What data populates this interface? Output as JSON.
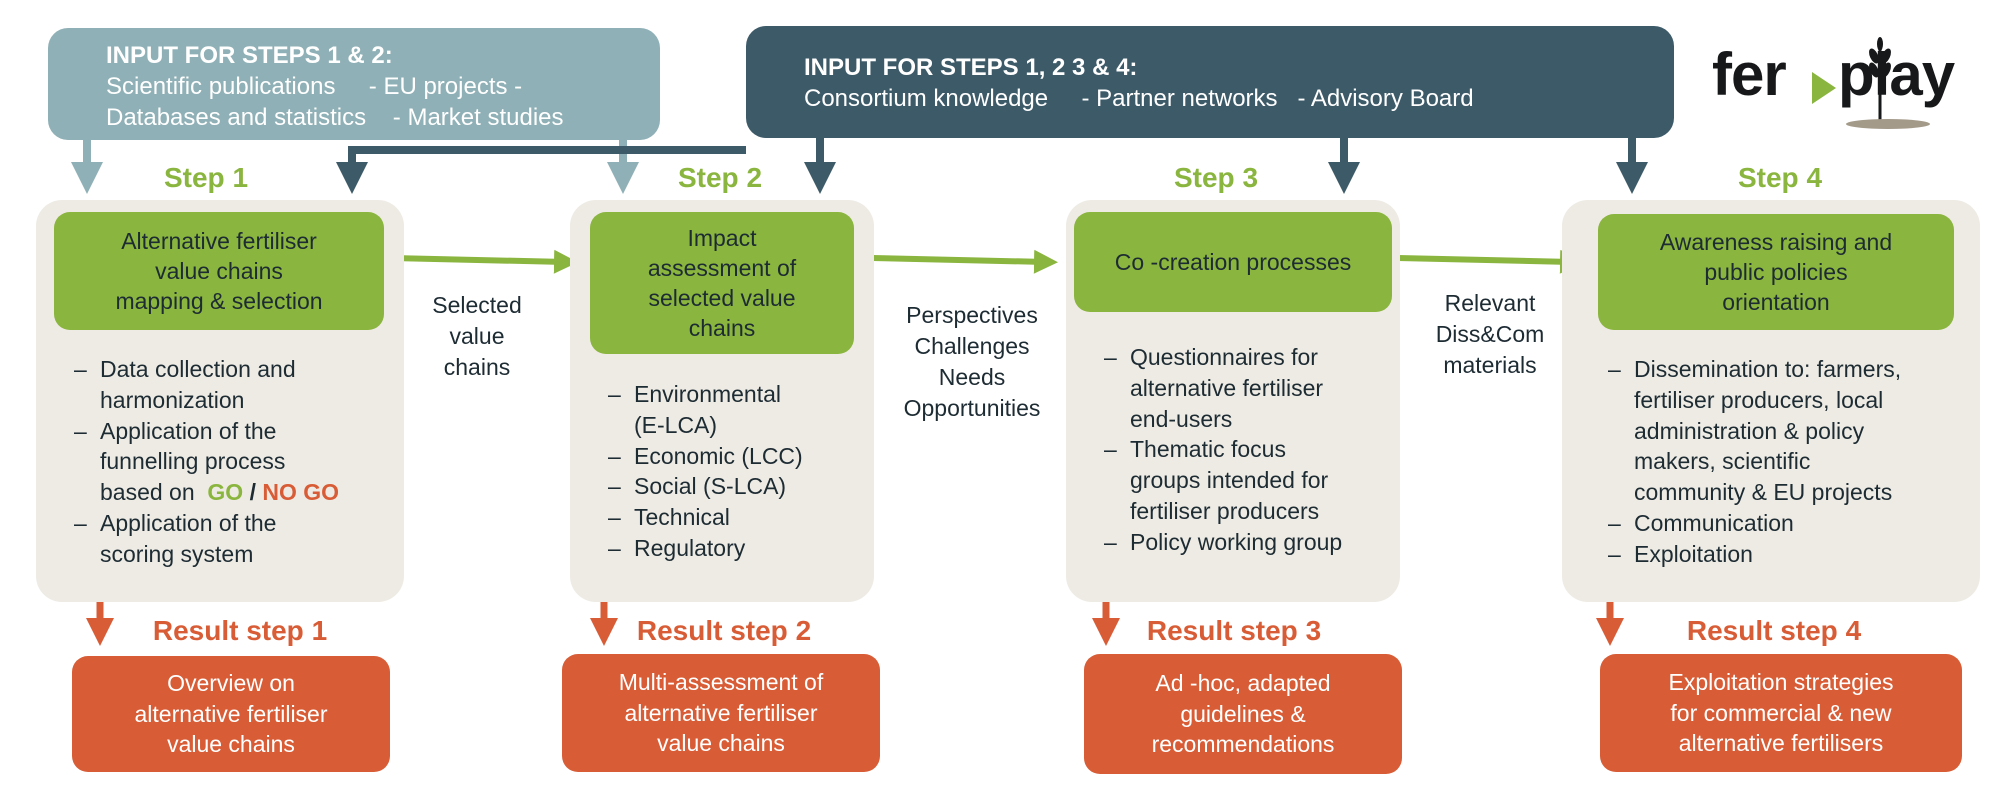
{
  "inputs": {
    "left": {
      "title": "INPUT FOR STEPS 1 & 2:",
      "lines": [
        "Scientific publications     - EU projects -",
        "Databases and statistics    - Market studies"
      ]
    },
    "right": {
      "title": "INPUT FOR STEPS 1, 2 3 & 4:",
      "lines": [
        "Consortium knowledge     - Partner networks   - Advisory Board"
      ]
    }
  },
  "logo": {
    "text_left": "fer",
    "text_right": "play"
  },
  "steps": [
    {
      "title": "Step 1",
      "box": [
        "Alternative fertiliser",
        "value chains",
        "mapping & selection"
      ],
      "bullets": [
        [
          "Data collection and",
          "harmonization"
        ],
        [
          "Application of the",
          "funnelling process"
        ],
        [
          "Application of the",
          "scoring system"
        ]
      ],
      "based_on": "based on",
      "go": "GO",
      "slash": "/",
      "nogo": "NO GO",
      "result_title": "Result step 1",
      "result": [
        "Overview on",
        "alternative fertiliser",
        "value chains"
      ]
    },
    {
      "title": "Step 2",
      "box": [
        "Impact",
        "assessment of",
        "selected value",
        "chains"
      ],
      "bullets": [
        [
          "Environmental",
          "(E-LCA)"
        ],
        [
          "Economic (LCC)"
        ],
        [
          "Social (S-LCA)"
        ],
        [
          "Technical"
        ],
        [
          "Regulatory"
        ]
      ],
      "result_title": "Result step 2",
      "result": [
        "Multi-assessment of",
        "alternative fertiliser",
        "value chains"
      ]
    },
    {
      "title": "Step 3",
      "box": [
        "Co -creation processes"
      ],
      "bullets": [
        [
          "Questionnaires for",
          "alternative fertiliser",
          "end-users"
        ],
        [
          "Thematic focus",
          "groups intended for",
          "fertiliser producers"
        ],
        [
          "Policy working group"
        ]
      ],
      "result_title": "Result step 3",
      "result": [
        "Ad -hoc, adapted",
        "guidelines &",
        "recommendations"
      ]
    },
    {
      "title": "Step 4",
      "box": [
        "Awareness raising and",
        "public policies",
        "orientation"
      ],
      "bullets": [
        [
          "Dissemination to: farmers,",
          "fertiliser producers, local",
          "administration & policy",
          "makers, scientific",
          "community & EU projects"
        ],
        [
          "Communication"
        ],
        [
          "Exploitation"
        ]
      ],
      "result_title": "Result step 4",
      "result": [
        "Exploitation strategies",
        "for commercial & new",
        "alternative fertilisers"
      ]
    }
  ],
  "transitions": [
    [
      "Selected",
      "value",
      "chains"
    ],
    [
      "Perspectives",
      "Challenges",
      "Needs",
      "Opportunities"
    ],
    [
      "Relevant",
      "Diss&Com",
      "materials"
    ]
  ],
  "colors": {
    "green": "#8ab53e",
    "orange": "#d85d36",
    "light_teal": "#8fb0b6",
    "dark_teal": "#3d5a69",
    "panel": "#eeebe4"
  }
}
